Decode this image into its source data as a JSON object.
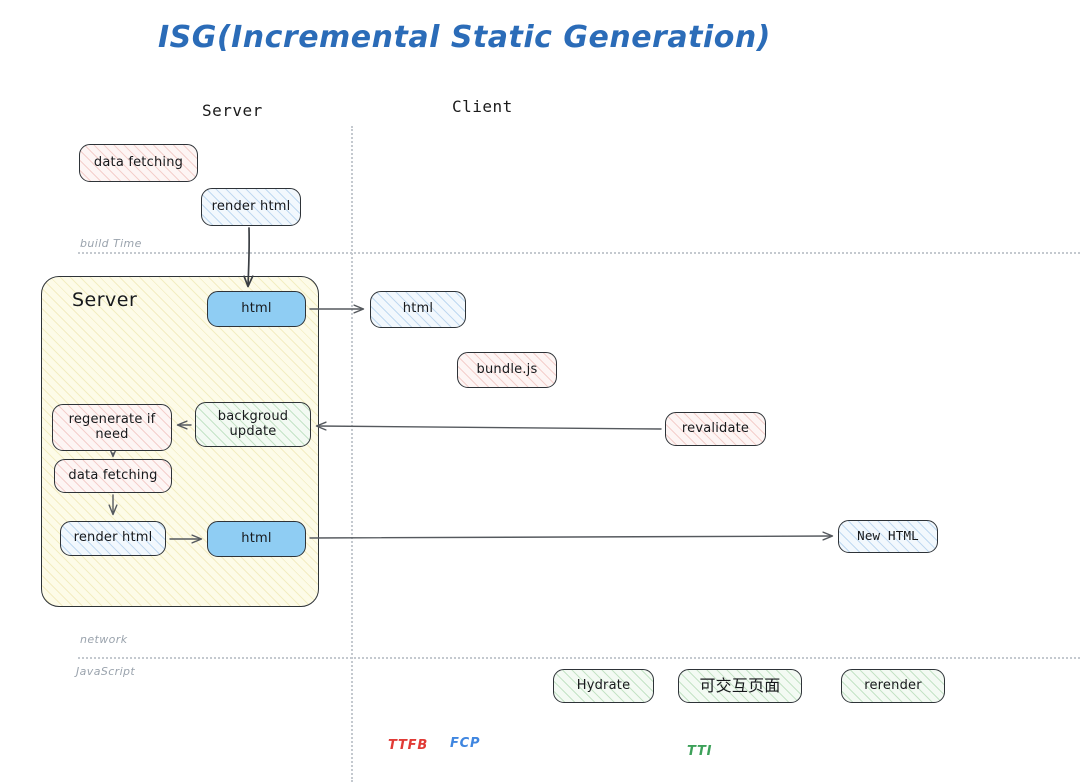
{
  "title": "ISG(Incremental Static Generation)",
  "lanes": {
    "server": "Server",
    "client": "Client"
  },
  "phases": {
    "build_time": "build Time",
    "network": "network",
    "javascript": "JavaScript"
  },
  "server_container": {
    "label": "Server"
  },
  "nodes": {
    "data_fetching_build": "data fetching",
    "render_html_build": "render html",
    "html_server_1": "html",
    "backgroud_update": "backgroud update",
    "regenerate_if_need": "regenerate if need",
    "data_fetching_server": "data fetching",
    "render_html_server": "render html",
    "html_server_2": "html",
    "html_client": "html",
    "bundle_js": "bundle.js",
    "revalidate": "revalidate",
    "new_html": "New HTML",
    "hydrate": "Hydrate",
    "interactive_page": "可交互页面",
    "rerender": "rerender"
  },
  "metrics": {
    "ttfb": "TTFB",
    "fcp": "FCP",
    "tti": "TTI"
  },
  "colors": {
    "title": "#2b6cb8",
    "ttfb": "#e13b36",
    "fcp": "#3f86e0",
    "tti": "#3da15a",
    "node_stroke": "#2e3338",
    "pink_fill": "#fdf5f4",
    "blue_fill": "#f2f8fd",
    "green_fill": "#f3faf3",
    "yellow_fill": "#fdfbe8",
    "solid_blue_fill": "#8fcdf3",
    "dotted_line": "#c4c9cf",
    "phase_label": "#9aa3ad"
  }
}
